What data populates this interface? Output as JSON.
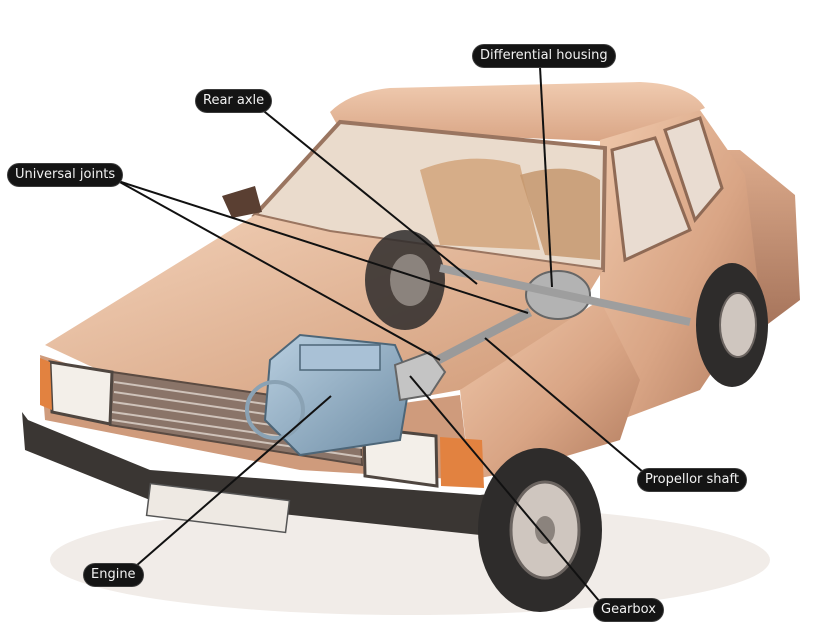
{
  "labels": {
    "differential_housing": "Differential housing",
    "rear_axle": "Rear axle",
    "universal_joints": "Universal joints",
    "propellor_shaft": "Propellor shaft",
    "engine": "Engine",
    "gearbox": "Gearbox"
  },
  "colors": {
    "body": "#d9a585",
    "body_light": "#ecc3a6",
    "body_dark": "#a8735a",
    "bumper": "#3a3633",
    "tyre": "#2e2c2b",
    "glass": "#f1e6dc",
    "label_bg": "#141414",
    "label_text": "#f2f2f2"
  }
}
